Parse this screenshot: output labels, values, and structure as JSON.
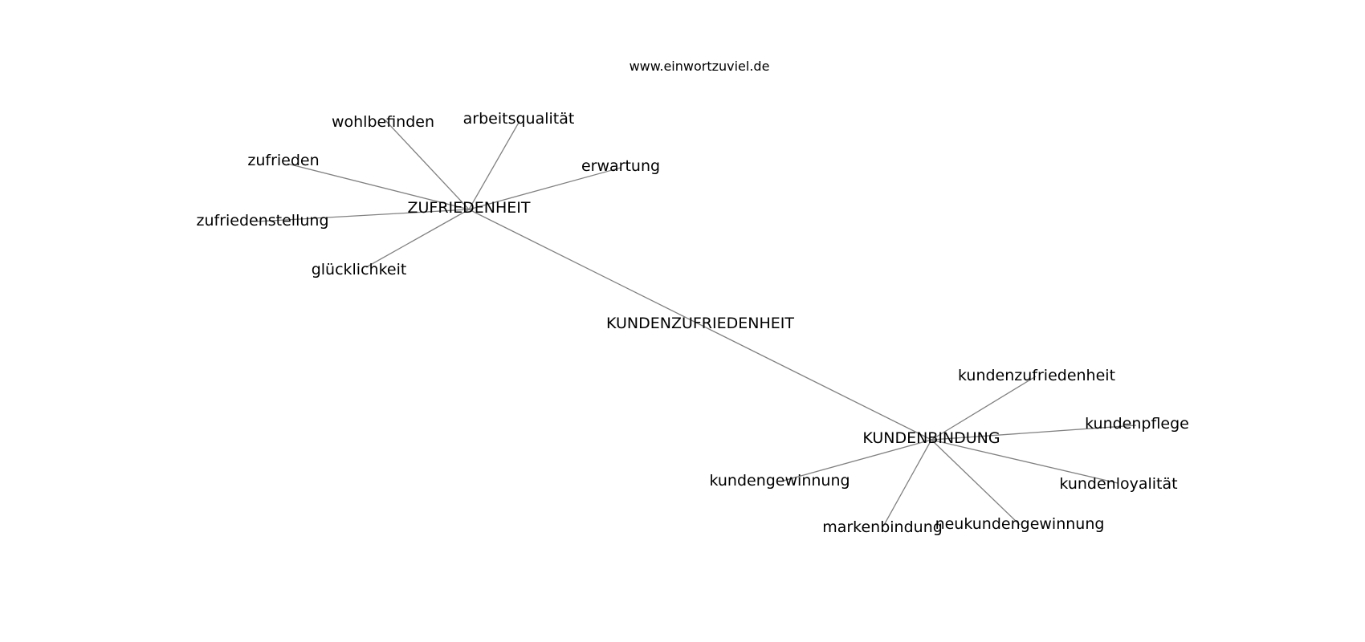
{
  "header": {
    "watermark": "www.einwortzuviel.de"
  },
  "diagram": {
    "type": "word-network",
    "center": "KUNDENZUFRIEDENHEIT",
    "hubs": [
      {
        "label": "ZUFRIEDENHEIT",
        "children": [
          "wohlbefinden",
          "arbeitsqualität",
          "erwartung",
          "zufrieden",
          "zufriedenstellung",
          "glücklichkeit"
        ]
      },
      {
        "label": "KUNDENBINDUNG",
        "children": [
          "kundenzufriedenheit",
          "kundenpflege",
          "kundenloyalität",
          "neukundengewinnung",
          "markenbindung",
          "kundengewinnung"
        ]
      }
    ],
    "colors": {
      "edge": "#808080",
      "text": "#000000",
      "background": "#ffffff"
    }
  }
}
